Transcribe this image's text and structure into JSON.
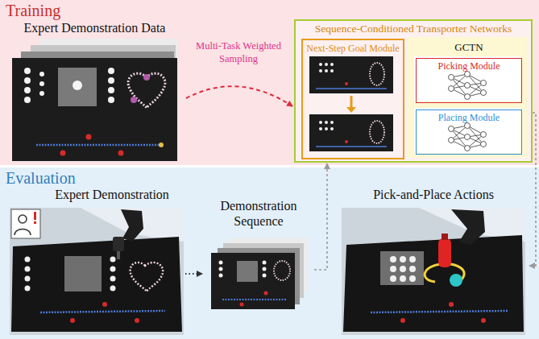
{
  "diagram": {
    "nodes": [
      {
        "text": [
          "Training"
        ]
      },
      {
        "text": [
          "Expert Demonstration Data"
        ],
        "in": 0
      },
      {
        "text": [
          "Sequence-Conditioned Transporter Networks"
        ],
        "in": 0
      },
      {
        "text": [
          "Next-Step Goal Module"
        ],
        "in": 2
      },
      {
        "text": [
          "GCTN"
        ],
        "in": 2
      },
      {
        "text": [
          "Picking Module"
        ],
        "in": 4
      },
      {
        "text": [
          "Placing Module"
        ],
        "in": 4
      },
      {
        "text": [
          "Evaluation"
        ]
      },
      {
        "text": [
          "Expert Demonstration"
        ],
        "in": 7
      },
      {
        "text": [
          "Demonstration Sequence"
        ],
        "in": 7
      },
      {
        "text": [
          "Pick-and-Place Actions"
        ],
        "in": 7
      }
    ],
    "edges": [
      {
        "from": 1,
        "to": 2,
        "arrow": "to",
        "label": "Multi-Task Weighted Sampling"
      },
      {
        "from": 8,
        "to": 9,
        "arrow": "to"
      },
      {
        "from": 9,
        "to": 2,
        "arrow": "to"
      },
      {
        "from": 2,
        "to": 10,
        "arrow": "to"
      }
    ]
  }
}
